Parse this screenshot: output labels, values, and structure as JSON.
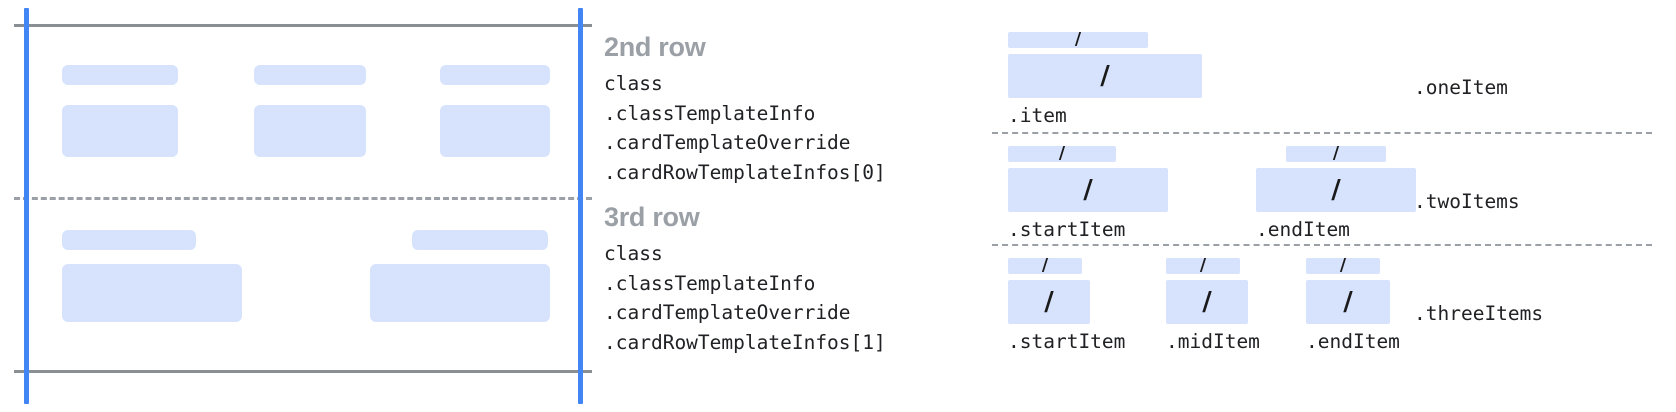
{
  "colors": {
    "placeholder_fill": "#d7e3fc",
    "guide_blue": "#4285f4",
    "rule_gray": "#8a8f94",
    "dashed_gray": "#9aa0a6",
    "heading_gray": "#9aa0a6",
    "code_text": "#202124",
    "background": "#ffffff"
  },
  "left_panel": {
    "name": "card-row-template-preview",
    "rows": [
      {
        "name": "second-row-preview",
        "slots": [
          {
            "title_placeholder": "",
            "body_placeholder": ""
          },
          {
            "title_placeholder": "",
            "body_placeholder": ""
          },
          {
            "title_placeholder": "",
            "body_placeholder": ""
          }
        ]
      },
      {
        "name": "third-row-preview",
        "slots": [
          {
            "title_placeholder": "",
            "body_placeholder": ""
          },
          {
            "title_placeholder": "",
            "body_placeholder": ""
          }
        ]
      }
    ]
  },
  "class_column": {
    "blocks": [
      {
        "heading": "2nd row",
        "lines": [
          "class",
          ".classTemplateInfo",
          ".cardTemplateOverride",
          ".cardRowTemplateInfos[0]"
        ]
      },
      {
        "heading": "3rd row",
        "lines": [
          "class",
          ".classTemplateInfo",
          ".cardTemplateOverride",
          ".cardRowTemplateInfos[1]"
        ]
      }
    ]
  },
  "variants": [
    {
      "label": ".oneItem",
      "slots": [
        {
          "caption": ".item",
          "glyph": "/"
        }
      ]
    },
    {
      "label": ".twoItems",
      "slots": [
        {
          "caption": ".startItem",
          "glyph": "/"
        },
        {
          "caption": ".endItem",
          "glyph": "/"
        }
      ]
    },
    {
      "label": ".threeItems",
      "slots": [
        {
          "caption": ".startItem",
          "glyph": "/"
        },
        {
          "caption": ".midItem",
          "glyph": "/"
        },
        {
          "caption": ".endItem",
          "glyph": "/"
        }
      ]
    }
  ]
}
